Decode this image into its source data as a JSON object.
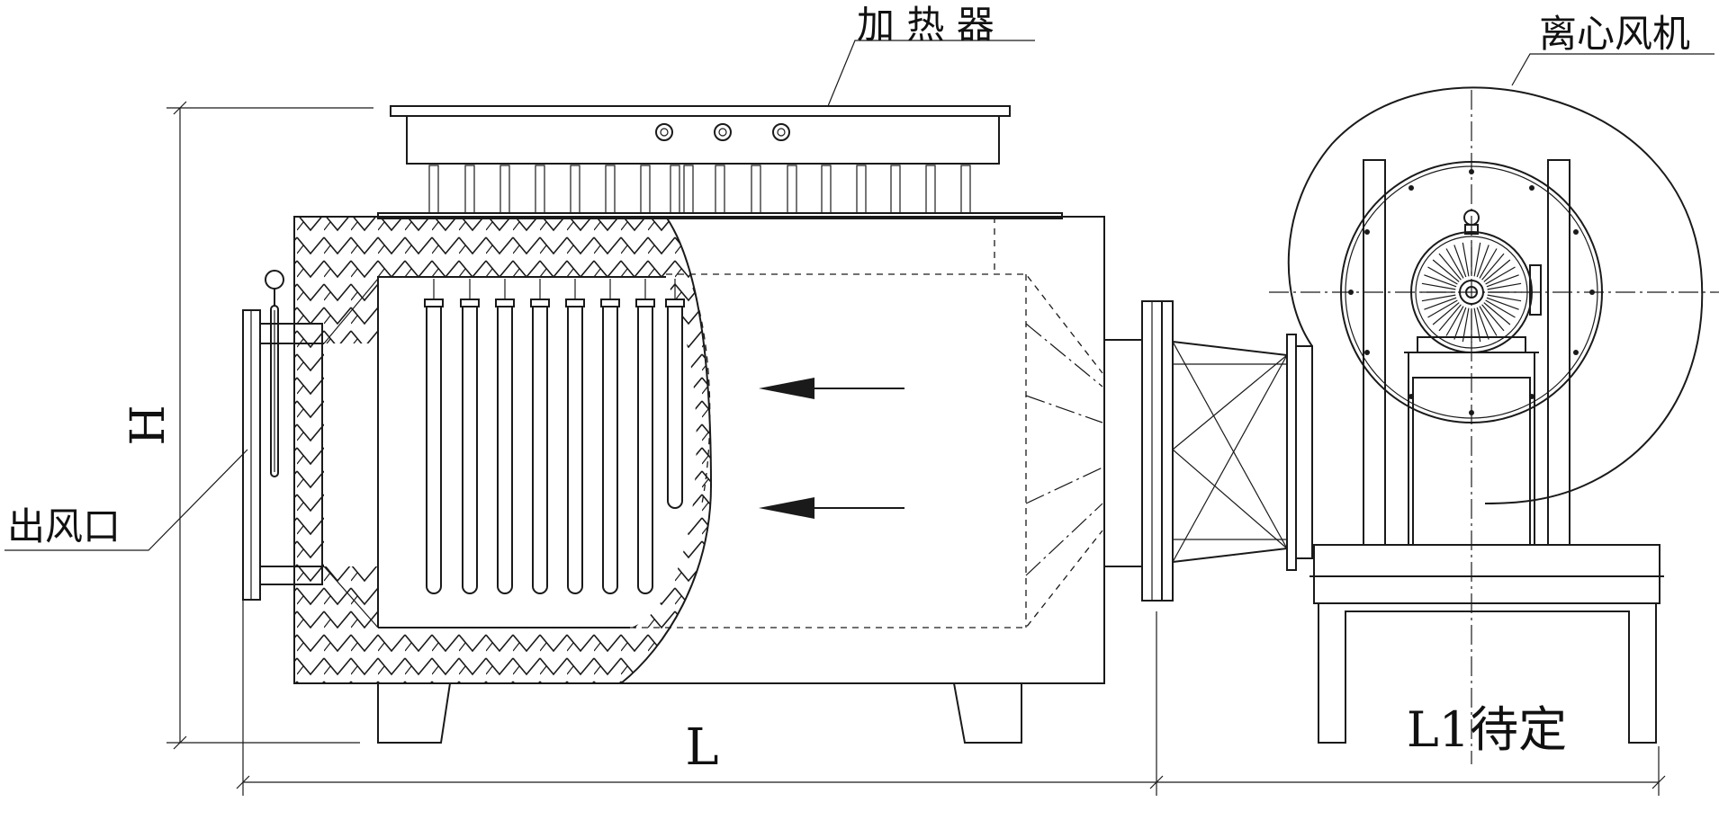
{
  "labels": {
    "heater": "加 热 器",
    "fan": "离心风机",
    "outlet": "出风口",
    "height_dim": "H",
    "length_dim": "L",
    "fan_length_dim": "L1待定"
  },
  "colors": {
    "line": "#1a1a1a",
    "background": "#ffffff"
  }
}
